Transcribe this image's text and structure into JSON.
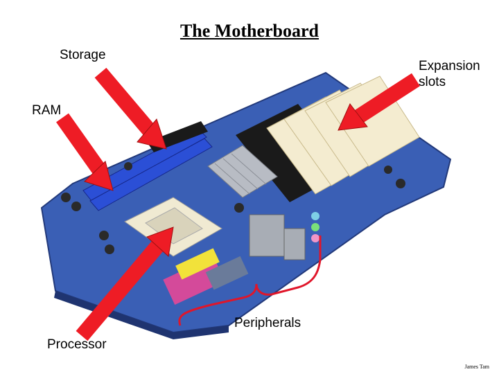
{
  "slide": {
    "title": "The Motherboard",
    "labels": {
      "storage": "Storage",
      "expansion_line1": "Expansion",
      "expansion_line2": "slots",
      "ram": "RAM",
      "peripherals": "Peripherals",
      "processor": "Processor"
    },
    "credit": "James Tam"
  },
  "colors": {
    "arrow": "#ee1c25",
    "board": "#3a5fb5",
    "board_dark": "#27458f",
    "ram_slot": "#2b4fd6",
    "pci_slot": "#f4ecd0",
    "brace": "#e0162a",
    "heatsink": "#b8bcc4"
  }
}
